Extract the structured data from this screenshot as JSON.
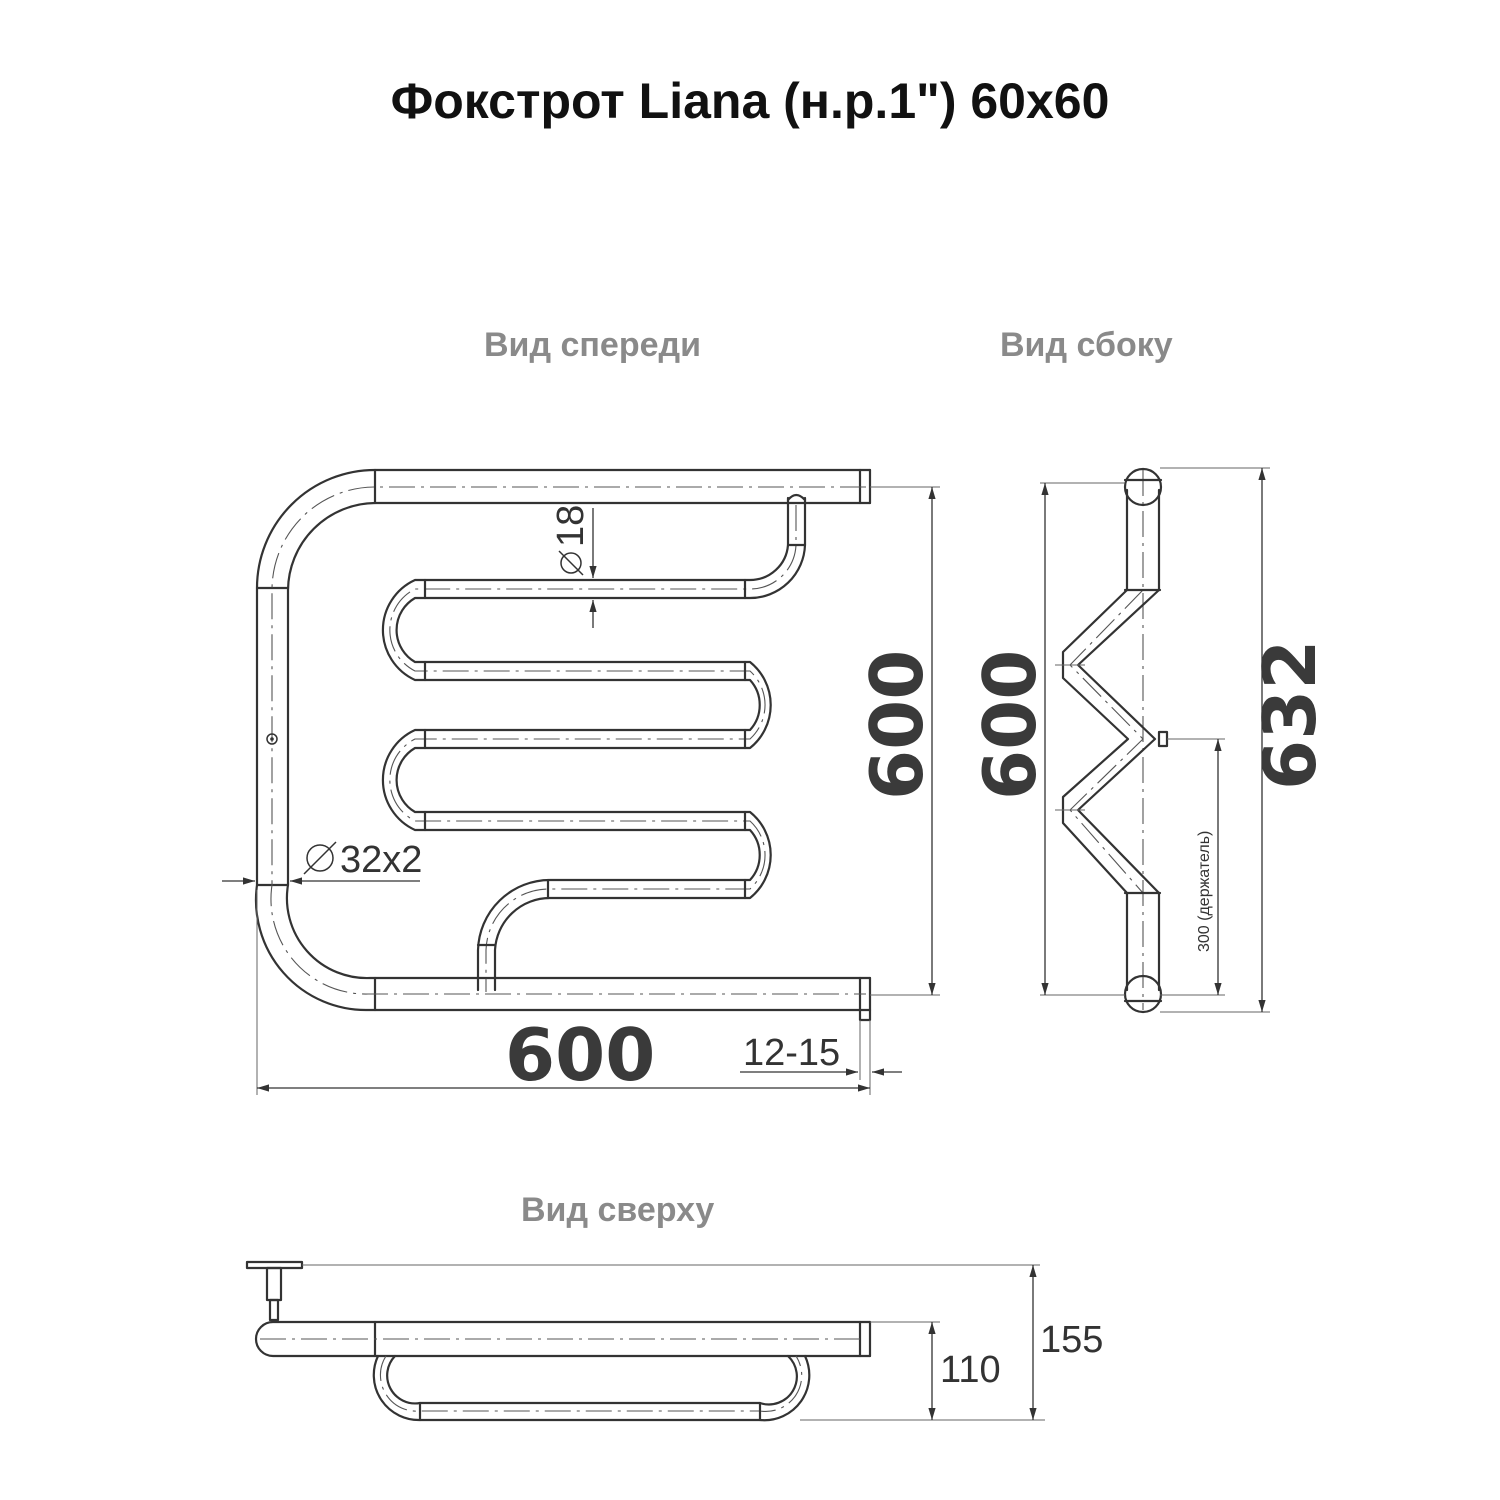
{
  "title": "Фокстрот Liana (н.р.1\") 60x60",
  "views": {
    "front": "Вид спереди",
    "side": "Вид сбоку",
    "top": "Вид сверху"
  },
  "dimensions": {
    "front_height": "600",
    "front_width": "600",
    "gap": "12-15",
    "inner_tube": "18",
    "outer_tube": "32x2",
    "side_height": "600",
    "side_total_height": "632",
    "holder": "300 (держатель)",
    "top_depth_inner": "110",
    "top_depth_outer": "155"
  }
}
